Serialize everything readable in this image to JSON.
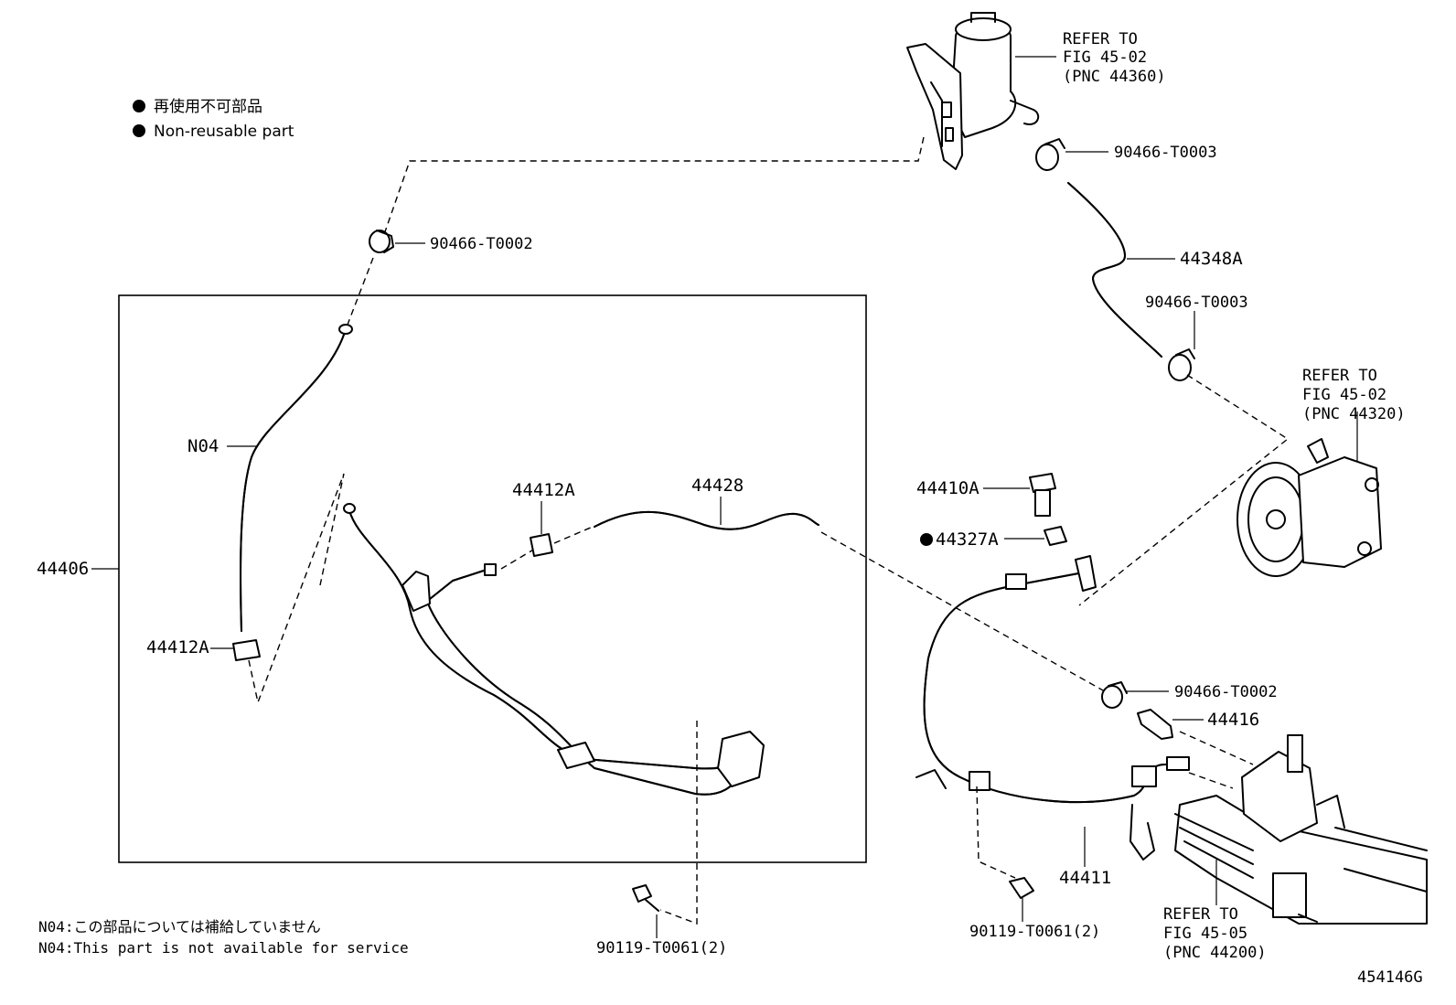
{
  "legend": {
    "jp": "再使用不可部品",
    "en": "Non-reusable part"
  },
  "notes": {
    "jp": "N04:この部品については補給していません",
    "en": "N04:This part is not available for service"
  },
  "figure_id": "454146G",
  "labels": {
    "refer_tank": [
      "REFER TO",
      "FIG 45-02",
      "(PNC 44360)"
    ],
    "refer_pump": [
      "REFER TO",
      "FIG 45-02",
      "(PNC 44320)"
    ],
    "refer_gear": [
      "REFER TO",
      "FIG 45-05",
      "(PNC 44200)"
    ],
    "clamp_t0003_top": "90466-T0003",
    "clamp_t0003_mid": "90466-T0003",
    "clamp_t0002_left": "90466-T0002",
    "clamp_t0002_right": "90466-T0002",
    "hose_44348a": "44348A",
    "hose_n04": "N04",
    "assembly_44406": "44406",
    "clamp_44412a_left": "44412A",
    "clamp_44412a_top": "44412A",
    "hose_44428": "44428",
    "bolt_44410a": "44410A",
    "gasket_44327a": "44327A",
    "union_44416": "44416",
    "tube_44411": "44411",
    "bolt_t0061_left": "90119-T0061(2)",
    "bolt_t0061_right": "90119-T0061(2)"
  }
}
